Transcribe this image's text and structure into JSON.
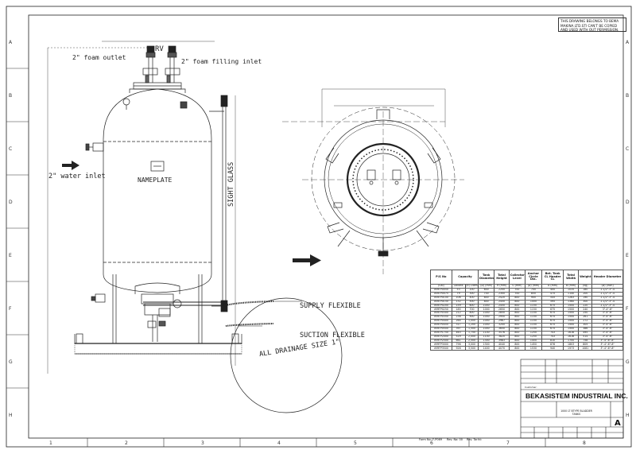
{
  "notice": "THIS DRAWING BELONGS TO BEMA MAKINA LTD.STI CAN'T BE COPIED AND USED WITH OUT PERMISSION.",
  "grid": {
    "rows": [
      "A",
      "B",
      "C",
      "D",
      "E",
      "F",
      "G",
      "H"
    ],
    "cols": [
      "1",
      "2",
      "3",
      "4",
      "5",
      "6",
      "7",
      "8"
    ]
  },
  "labels": {
    "rv": "RV",
    "foam_outlet": "2\" foam outlet",
    "foam_filling": "2\" foam filling inlet",
    "water_inlet": "2\" water inlet",
    "nameplate": "NAMEPLATE",
    "sight_glass": "SIGHT GLASS",
    "supply": "SUPPLY FLEXIBLE",
    "suction": "SUCTION FLEXIBLE",
    "drainage": "ALL DRAINAGE SIZE 1\""
  },
  "table": {
    "headers": [
      "P/S No",
      "Capacity",
      "",
      "Tank Diameter",
      "Total Height",
      "Collector Level",
      "Anchor Circle Dia.",
      "Bet. Tank CL Header CL",
      "Total Width",
      "Weight",
      "Header Diameter"
    ],
    "units": [
      "(Gal)",
      "Gallons",
      "(lt) Liters",
      "(Ø) (mm)",
      "H (mm)",
      "G (mm)",
      "(Ø) (mm)",
      "A (mm)",
      "B (mm)",
      "(kg)",
      "(Ø) (inch)"
    ],
    "rows": [
      [
        "VERTP0050",
        "53",
        "200",
        "600",
        "2200",
        "700",
        "700",
        "400",
        "1035",
        "180",
        "2-1/2\"-3\"-4"
      ],
      [
        "VERTP0075",
        "79",
        "300",
        "700",
        "2300",
        "700",
        "850",
        "475",
        "1140",
        "200",
        "2-1/2\"-3\"-4"
      ],
      [
        "VERTP0100",
        "106",
        "400",
        "800",
        "2420",
        "800",
        "900",
        "545",
        "1263",
        "190",
        "2-1/2\"-3\"-4"
      ],
      [
        "VERTP0150",
        "132",
        "500",
        "800",
        "2450",
        "800",
        "1000",
        "595",
        "1360",
        "300",
        "2-1/2\"-3\"-4"
      ],
      [
        "VERTP0200",
        "159",
        "600",
        "1000",
        "2450",
        "800",
        "1150",
        "675",
        "1500",
        "220",
        "2-1/2\"-3\"-4"
      ],
      [
        "VERTP0250",
        "185",
        "700",
        "1000",
        "2650",
        "800",
        "1150",
        "675",
        "1500",
        "240",
        "3\"-4\"-6\""
      ],
      [
        "VERTP0300",
        "212",
        "800",
        "1000",
        "2850",
        "800",
        "1150",
        "675",
        "1500",
        "250",
        "3\"-4\"-6\""
      ],
      [
        "VERTP0350",
        "238",
        "900",
        "1000",
        "2950",
        "800",
        "1150",
        "675",
        "1500",
        "261",
        "3\"-4\"-6\""
      ],
      [
        "VERTP0400",
        "264",
        "1,000",
        "1000",
        "2967",
        "800",
        "1150",
        "675",
        "1500",
        "272",
        "3\"-4\"-6\""
      ],
      [
        "VERTP0450",
        "317",
        "1,200",
        "1000",
        "3200",
        "800",
        "1150",
        "675",
        "1500",
        "305",
        "3\"-4\"-6\""
      ],
      [
        "VERTP0500",
        "397",
        "1,500",
        "1000",
        "3650",
        "800",
        "1150",
        "675",
        "1500",
        "386",
        "3\"-4\"-6\""
      ],
      [
        "VERTP1750",
        "463",
        "1,750",
        "1100",
        "3576",
        "800",
        "1250",
        "743",
        "1616",
        "495",
        "3\"-4\"-6\""
      ],
      [
        "VERTP2000",
        "529",
        "2,000",
        "1100",
        "3820",
        "800",
        "1250",
        "743",
        "1616",
        "514",
        "3\"-4\"-6\""
      ],
      [
        "VERTP2500",
        "661",
        "2,500",
        "1300",
        "3983",
        "800",
        "1450",
        "810",
        "1700",
        "758",
        "3\"-4\"-6\"-8\""
      ],
      [
        "VERTP3000",
        "796",
        "3,000",
        "1300",
        "4040",
        "800",
        "1450",
        "876",
        "1803",
        "809",
        "3\"-4\"-6\"-8\""
      ],
      [
        "VERTP3500",
        "926",
        "3,500",
        "1400",
        "4070",
        "800",
        "1530",
        "940",
        "1973",
        "1081",
        "3\"-4\"-6\"-8\""
      ]
    ]
  },
  "title_block": {
    "customer_label": "Customer:",
    "company": "BEKASISTEM INDUSTRIAL INC.",
    "drawing_title_1": "1000 LT BTYPE BLADDER",
    "drawing_title_2": "TANKS",
    "size": "A"
  },
  "footer": {
    "form_no": "Form No: F-P069",
    "rev_no": "Rev. No: 00",
    "rev_date": "Rev. Tarihi:"
  }
}
